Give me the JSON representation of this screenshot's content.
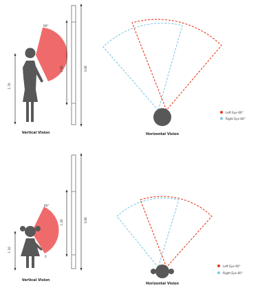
{
  "adult": {
    "angle": "60°",
    "dim_eye": "1.70",
    "dim_mid": "2.00",
    "dim_full": "3.00",
    "vertical_caption": "Vertical Vision",
    "horizontal_caption": "Horizontal Vision",
    "legend": [
      {
        "label": "Left Eye 60°",
        "color": "#e8391d"
      },
      {
        "label": "Right Eye 60°",
        "color": "#7ec8e6"
      }
    ]
  },
  "child": {
    "angle": "60°",
    "dim_eye": "1.10",
    "dim_mid": "1.20",
    "dim_full": "3.00",
    "vertical_caption": "Vertical Vision",
    "horizontal_caption": "Horizontal Vision",
    "legend": [
      {
        "label": "Left Eye 60°",
        "color": "#e8391d"
      },
      {
        "label": "Right Eye 60°",
        "color": "#7ec8e6"
      }
    ]
  },
  "colors": {
    "figure": "#585858",
    "cone": "#ef6b6b",
    "left_eye": "#e8391d",
    "right_eye": "#7ec8e6"
  }
}
